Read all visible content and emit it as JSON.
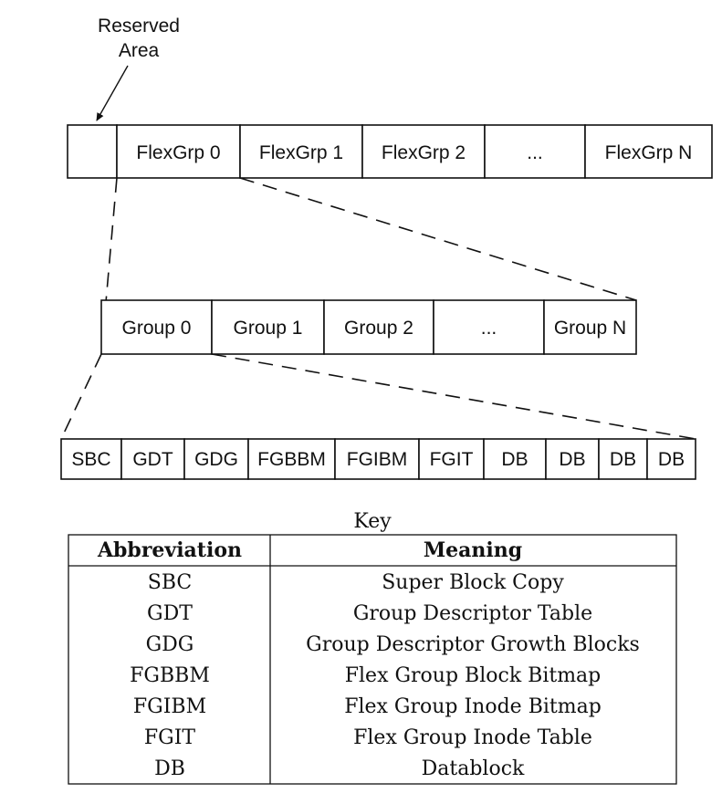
{
  "annotation": {
    "reserved_line1": "Reserved",
    "reserved_line2": "Area"
  },
  "flex_groups": [
    "",
    "FlexGrp 0",
    "FlexGrp 1",
    "FlexGrp 2",
    "...",
    "FlexGrp N"
  ],
  "groups": [
    "Group 0",
    "Group 1",
    "Group 2",
    "...",
    "Group N"
  ],
  "blocks": [
    "SBC",
    "GDT",
    "GDG",
    "FGBBM",
    "FGIBM",
    "FGIT",
    "DB",
    "DB",
    "DB",
    "DB"
  ],
  "key": {
    "title": "Key",
    "headers": [
      "Abbreviation",
      "Meaning"
    ],
    "rows": [
      [
        "SBC",
        "Super Block Copy"
      ],
      [
        "GDT",
        "Group Descriptor Table"
      ],
      [
        "GDG",
        "Group Descriptor Growth Blocks"
      ],
      [
        "FGBBM",
        "Flex Group Block Bitmap"
      ],
      [
        "FGIBM",
        "Flex Group Inode Bitmap"
      ],
      [
        "FGIT",
        "Flex Group Inode Table"
      ],
      [
        "DB",
        "Datablock"
      ]
    ]
  }
}
